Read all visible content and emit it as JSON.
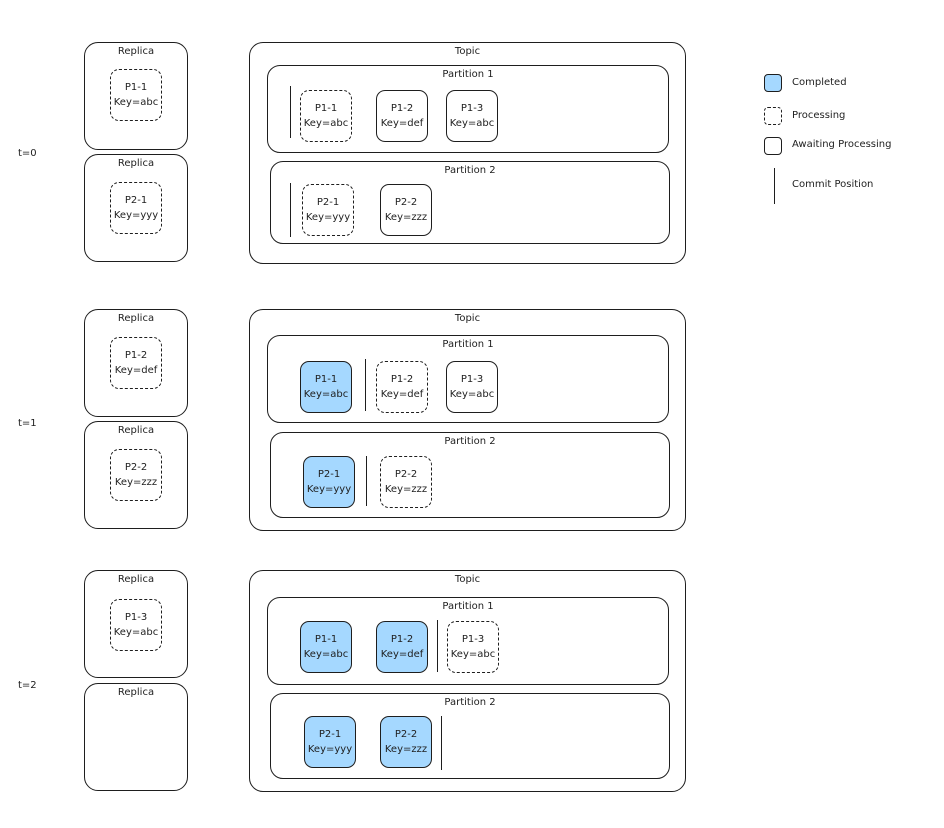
{
  "labels": {
    "replica": "Replica",
    "topic": "Topic",
    "partition_1": "Partition 1",
    "partition_2": "Partition 2"
  },
  "legend": {
    "completed": "Completed",
    "processing": "Processing",
    "awaiting": "Awaiting Processing",
    "commit": "Commit Position"
  },
  "colors": {
    "completed_fill": "#a5d8ff",
    "stroke": "#1e1e1e"
  },
  "messages": {
    "p1_1": {
      "id": "P1-1",
      "key": "Key=abc"
    },
    "p1_2": {
      "id": "P1-2",
      "key": "Key=def"
    },
    "p1_3": {
      "id": "P1-3",
      "key": "Key=abc"
    },
    "p2_1": {
      "id": "P2-1",
      "key": "Key=yyy"
    },
    "p2_2": {
      "id": "P2-2",
      "key": "Key=zzz"
    }
  },
  "steps": [
    {
      "time": "t=0"
    },
    {
      "time": "t=1"
    },
    {
      "time": "t=2"
    }
  ]
}
